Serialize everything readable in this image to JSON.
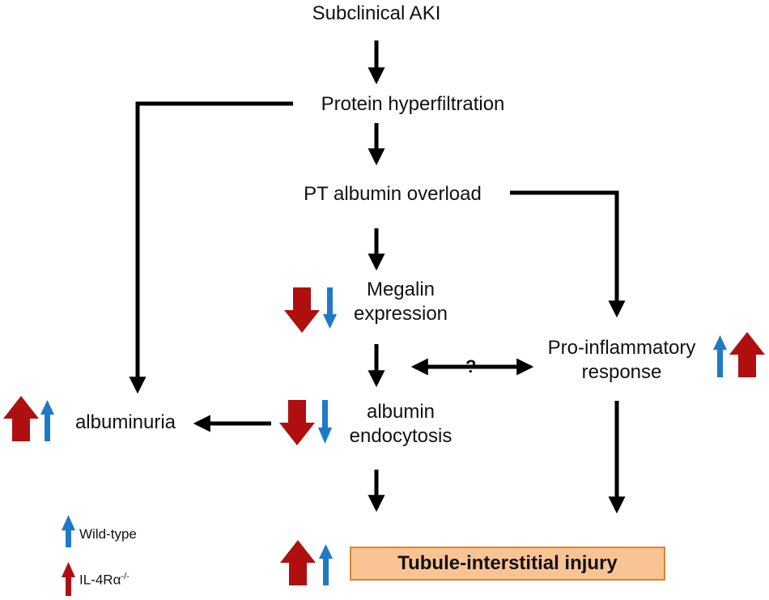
{
  "nodes": {
    "subclinical_aki": "Subclinical AKI",
    "protein_hyperfiltration": "Protein hyperfiltration",
    "pt_albumin_overload": "PT albumin overload",
    "megalin_expression": "Megalin expression",
    "albumin_endocytosis": "albumin endocytosis",
    "pro_inflammatory_response": "Pro-inflammatory response",
    "albuminuria": "albuminuria",
    "tubule_interstitial_injury": "Tubule-interstitial injury"
  },
  "unknown_link_label": "?",
  "legend": {
    "wild_type": "Wild-type",
    "il4ra_knockout": "IL-4Rα",
    "il4ra_superscript": "-/-"
  },
  "colors": {
    "wild_type_arrow": "#1f7ac6",
    "knockout_arrow": "#b00f10",
    "flow_arrow": "#000000",
    "injury_box_fill": "#f9c394",
    "injury_box_border": "#e0842e"
  }
}
